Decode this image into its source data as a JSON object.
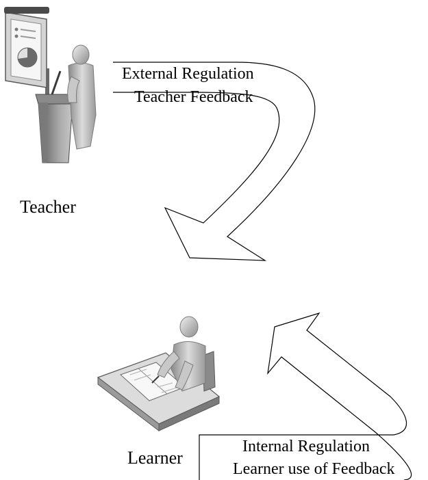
{
  "teacher": {
    "label": "Teacher",
    "icon": "teacher-presenter-icon"
  },
  "learner": {
    "label": "Learner",
    "icon": "learner-reading-icon"
  },
  "external_arrow": {
    "line1": "External Regulation",
    "line2": "Teacher Feedback"
  },
  "internal_arrow": {
    "line1": "Internal Regulation",
    "line2": "Learner use of Feedback"
  },
  "colors": {
    "line": "#000000",
    "background": "#ffffff",
    "figure_light": "#e8e8e8",
    "figure_mid": "#b4b4b4",
    "figure_dark": "#6e6e6e"
  }
}
